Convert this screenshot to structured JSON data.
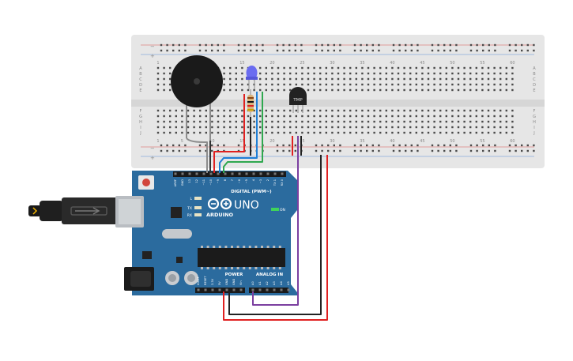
{
  "breadboard": {
    "column_numbers": [
      "1",
      "5",
      "10",
      "15",
      "20",
      "25",
      "30",
      "35",
      "40",
      "45",
      "50",
      "55",
      "60"
    ],
    "row_letters_top": [
      "A",
      "B",
      "C",
      "D",
      "E"
    ],
    "row_letters_bottom": [
      "F",
      "G",
      "H",
      "I",
      "J"
    ],
    "rail_symbol_minus": "−",
    "rail_symbol_plus": "+"
  },
  "components": {
    "temperature_sensor_label": "TMP"
  },
  "arduino": {
    "model": "UNO",
    "brand": "ARDUINO",
    "on_label": "ON",
    "led_labels": [
      "L",
      "TX",
      "RX"
    ],
    "header_digital_title": "DIGITAL (PWM~)",
    "header_power_title": "POWER",
    "header_analog_title": "ANALOG IN",
    "digital_pins": [
      "AREF",
      "GND",
      "13",
      "12",
      "~11",
      "~10",
      "~9",
      "8",
      "7",
      "~6",
      "~5",
      "4",
      "~3",
      "2",
      "TX 1",
      "RX 0"
    ],
    "power_pins": [
      "IOREF",
      "RESET",
      "3.3V",
      "5V",
      "GND",
      "GND",
      "Vin"
    ],
    "analog_pins": [
      "A0",
      "A1",
      "A2",
      "A3",
      "A4",
      "A5"
    ]
  },
  "colors": {
    "board_blue": "#2b6b9e",
    "breadboard": "#e6e6e6",
    "wire_red": "#e02020",
    "wire_black": "#222222",
    "wire_blue": "#1f7fd6",
    "wire_green": "#2fa84f",
    "wire_purple": "#7b3fa0",
    "wire_gray": "#8c8c8c"
  }
}
